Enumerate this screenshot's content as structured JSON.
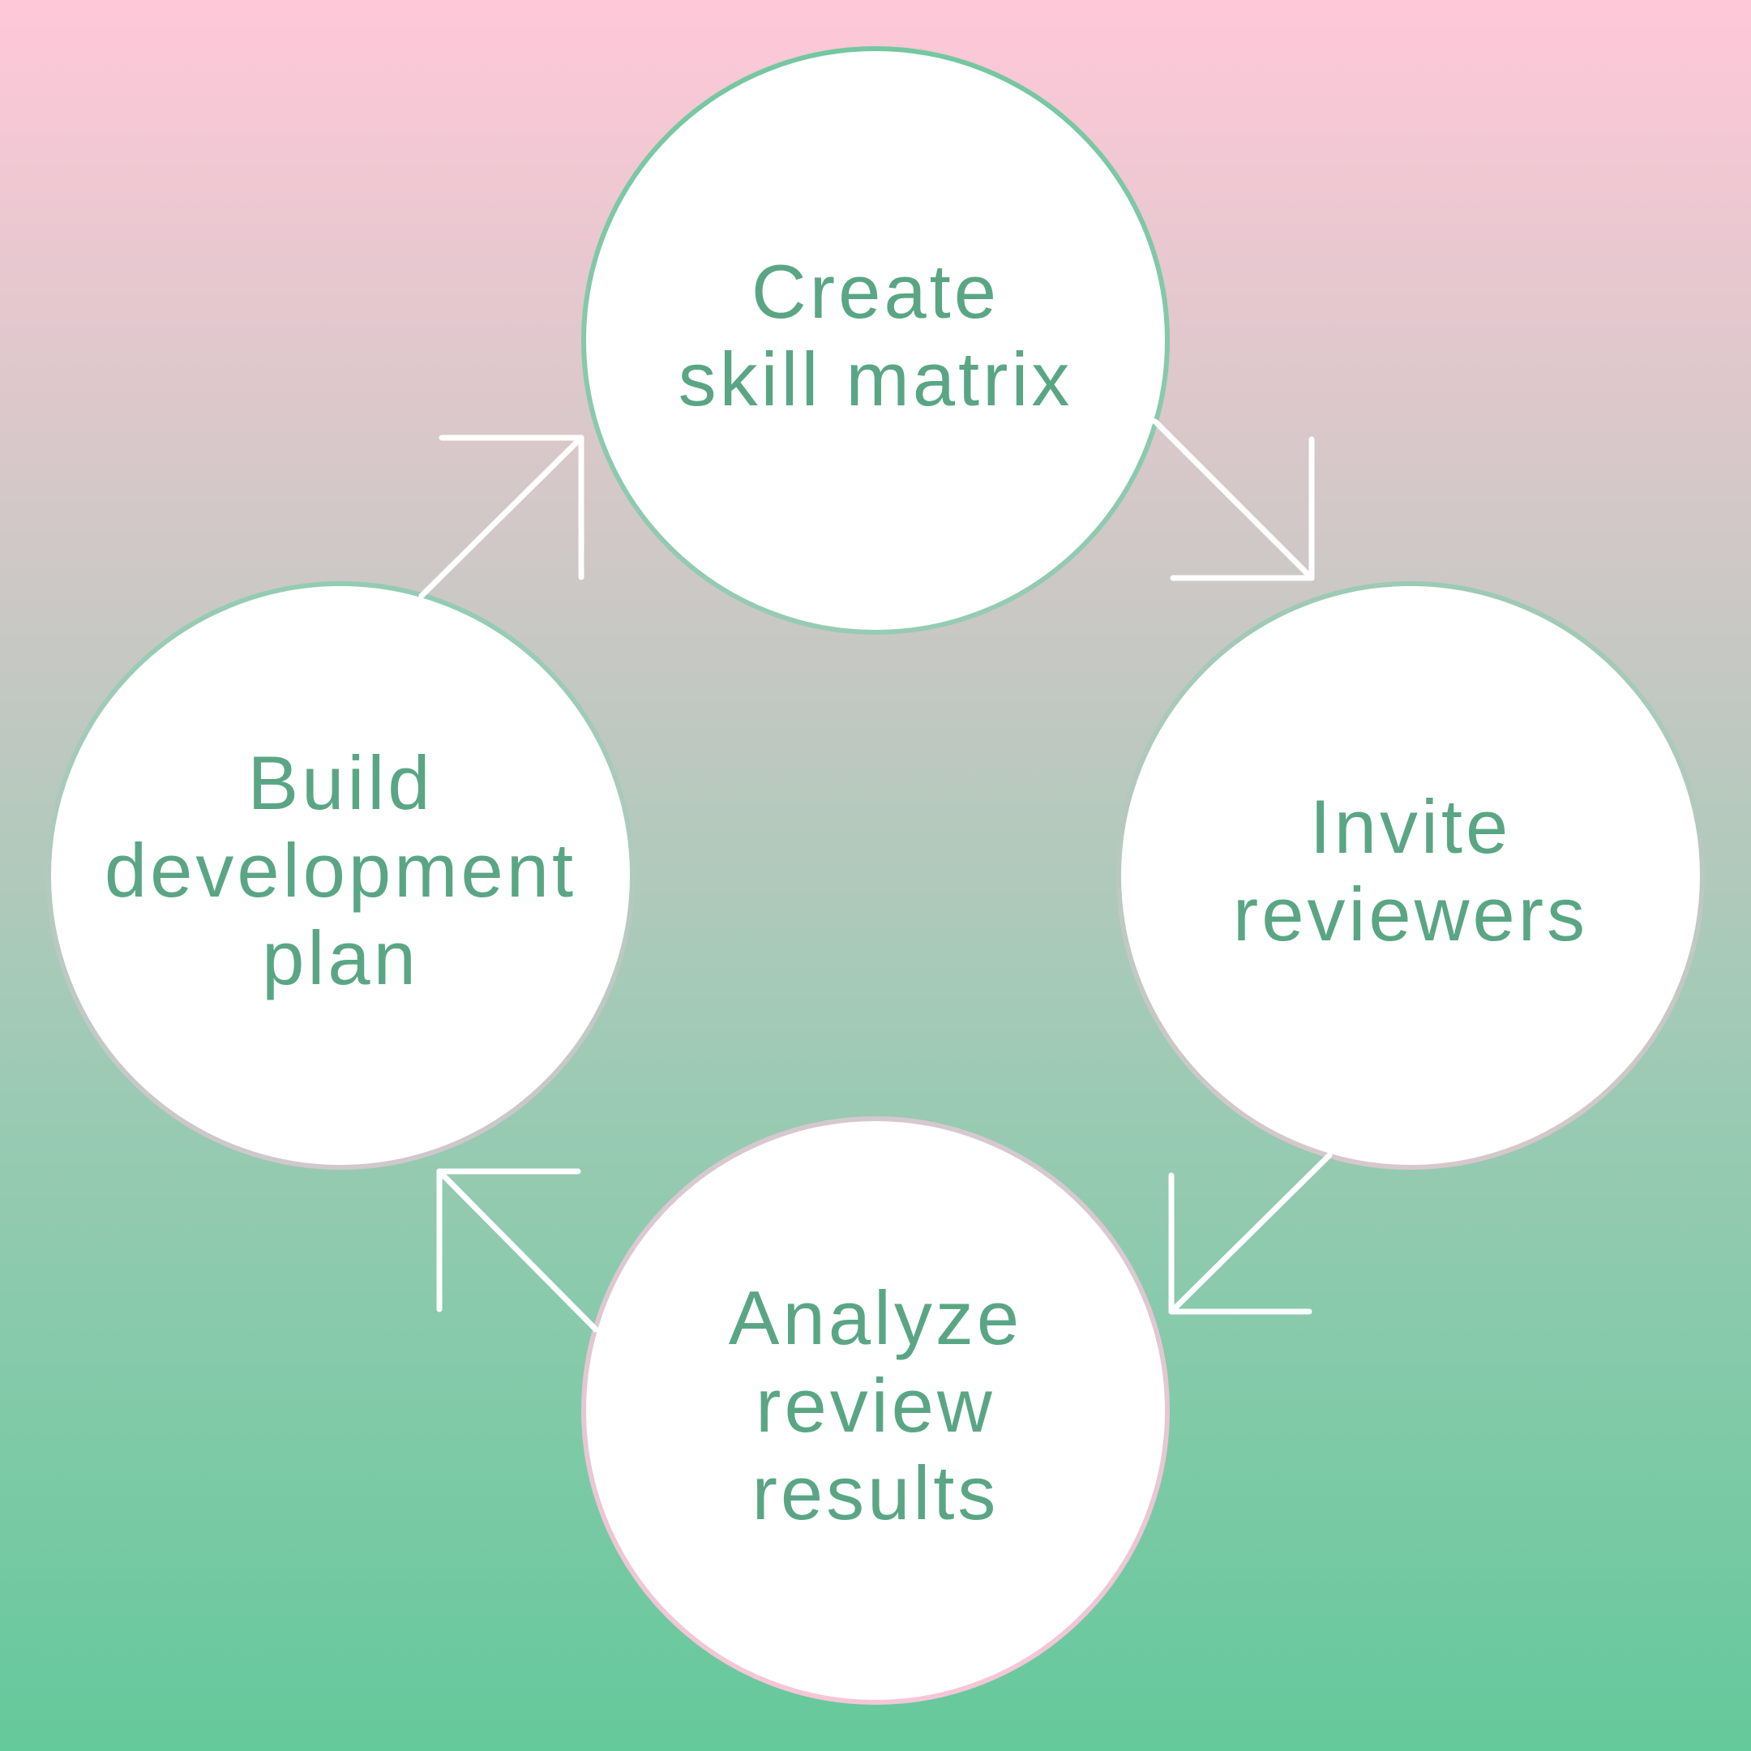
{
  "diagram": {
    "steps": [
      {
        "id": "create-skill-matrix",
        "lines": [
          "Create",
          "skill matrix"
        ]
      },
      {
        "id": "invite-reviewers",
        "lines": [
          "Invite",
          "reviewers"
        ]
      },
      {
        "id": "analyze-review-results",
        "lines": [
          "Analyze",
          "review",
          "results"
        ]
      },
      {
        "id": "build-development-plan",
        "lines": [
          "Build",
          "development",
          "plan"
        ]
      }
    ],
    "colors": {
      "text": "#5aa684",
      "circle_fill": "#ffffff",
      "arrow": "#ffffff",
      "gradient_top": "#ffc8d8",
      "gradient_bottom": "#64c99b"
    },
    "icons": [
      "arrow-down-right-icon",
      "arrow-down-left-icon",
      "arrow-up-left-icon",
      "arrow-up-right-icon"
    ]
  }
}
